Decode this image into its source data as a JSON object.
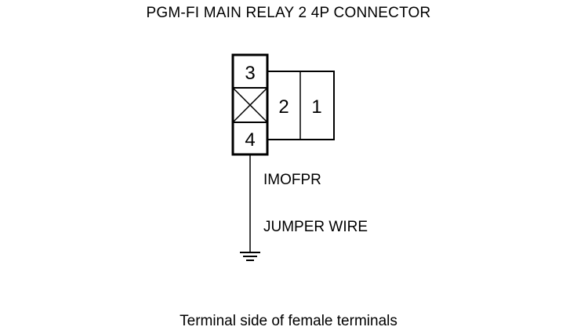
{
  "title": "PGM-FI MAIN RELAY 2 4P CONNECTOR",
  "caption": "Terminal side of female terminals",
  "connector": {
    "terminals": [
      {
        "id": "3",
        "label": "3"
      },
      {
        "id": "blank",
        "label": ""
      },
      {
        "id": "4",
        "label": "4"
      },
      {
        "id": "2",
        "label": "2"
      },
      {
        "id": "1",
        "label": "1"
      }
    ]
  },
  "wire": {
    "terminal": "4",
    "signal_label": "IMOFPR",
    "jumper_label": "JUMPER WIRE",
    "termination": "ground"
  }
}
